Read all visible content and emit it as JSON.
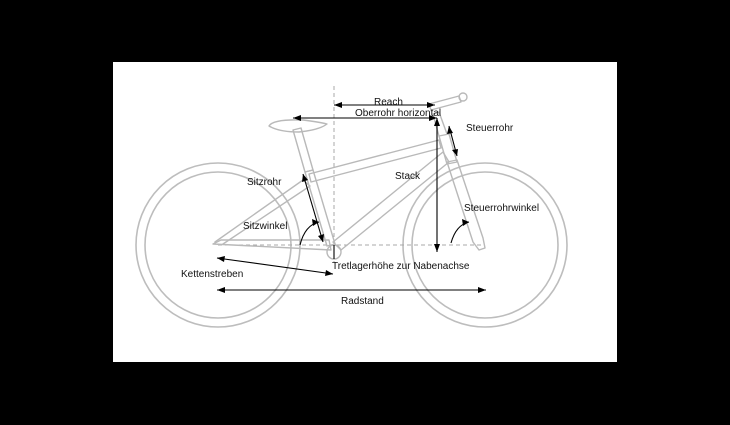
{
  "labels": {
    "reach": "Reach",
    "top_tube_horizontal": "Oberrohr horizontal",
    "head_tube": "Steuerrohr",
    "seat_tube": "Sitzrohr",
    "stack": "Stack",
    "seat_angle": "Sitzwinkel",
    "head_angle": "Steuerrohrwinkel",
    "chainstays": "Kettenstreben",
    "bb_drop": "Tretlagerhöhe zur Nabenachse",
    "wheelbase": "Radstand"
  },
  "colors": {
    "background": "#000000",
    "panel": "#ffffff",
    "frame_line": "#b9b9b9",
    "dimension_line": "#000000"
  }
}
